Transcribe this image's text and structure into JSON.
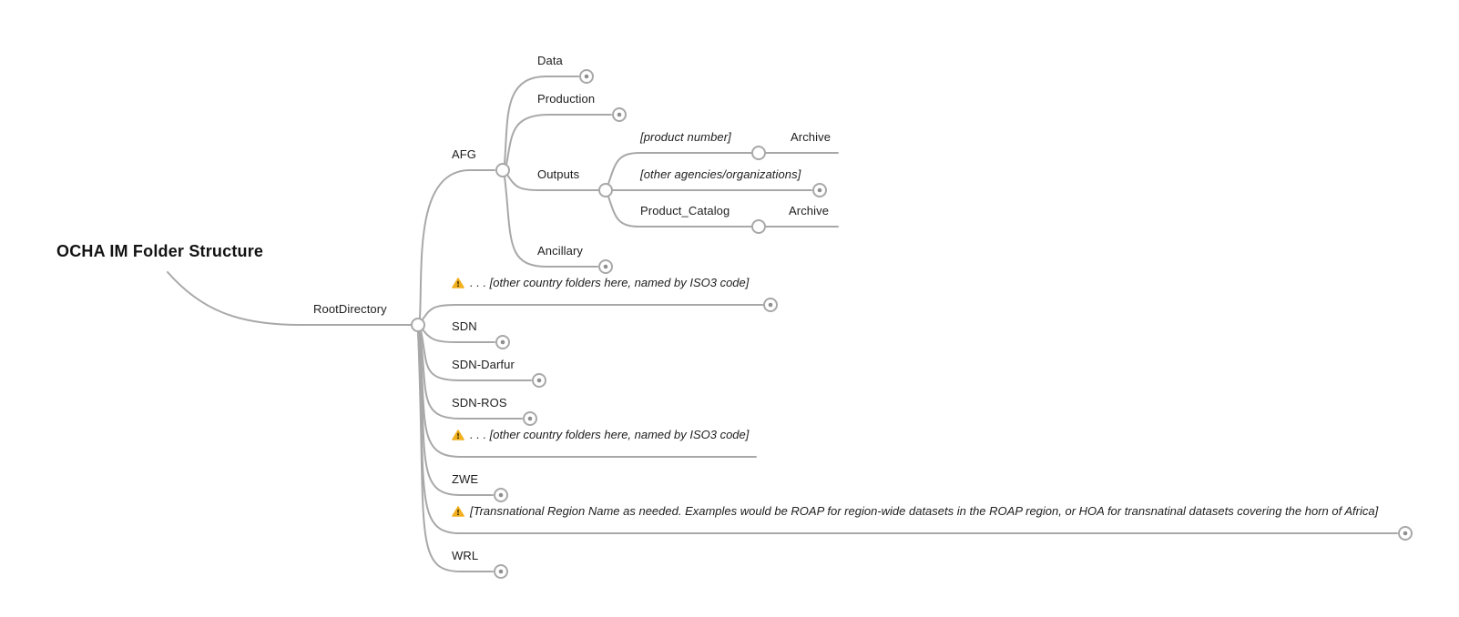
{
  "app": {
    "type": "mind-map",
    "colors": {
      "line": "#a8a8a8",
      "text": "#1d1d1d",
      "warning": "#f2b01e",
      "background": "#ffffff"
    }
  },
  "tree": {
    "label": "OCHA IM Folder Structure",
    "children": [
      {
        "label": "RootDirectory",
        "children": [
          {
            "label": "AFG",
            "children": [
              {
                "label": "Data",
                "collapsed": true
              },
              {
                "label": "Production",
                "collapsed": true
              },
              {
                "label": "Outputs",
                "children": [
                  {
                    "label": "[product number]",
                    "italic": true,
                    "children": [
                      {
                        "label": "Archive"
                      }
                    ]
                  },
                  {
                    "label": "[other agencies/organizations]",
                    "italic": true,
                    "collapsed": true
                  },
                  {
                    "label": "Product_Catalog",
                    "children": [
                      {
                        "label": "Archive"
                      }
                    ]
                  }
                ]
              },
              {
                "label": "Ancillary",
                "collapsed": true
              }
            ]
          },
          {
            "label": ". . . [other country folders here, named by ISO3 code]",
            "warning": true,
            "italic": true,
            "collapsed": true
          },
          {
            "label": "SDN",
            "collapsed": true
          },
          {
            "label": "SDN-Darfur",
            "collapsed": true
          },
          {
            "label": "SDN-ROS",
            "collapsed": true
          },
          {
            "label": ". . .  [other country folders here, named by ISO3 code]",
            "warning": true,
            "italic": true
          },
          {
            "label": "ZWE",
            "collapsed": true
          },
          {
            "label": "[Transnational Region Name as needed.  Examples would be ROAP for region-wide datasets in the ROAP region, or HOA for transnatinal datasets covering the horn of Africa]",
            "warning": true,
            "italic": true,
            "collapsed": true
          },
          {
            "label": "WRL",
            "collapsed": true
          }
        ]
      }
    ]
  }
}
